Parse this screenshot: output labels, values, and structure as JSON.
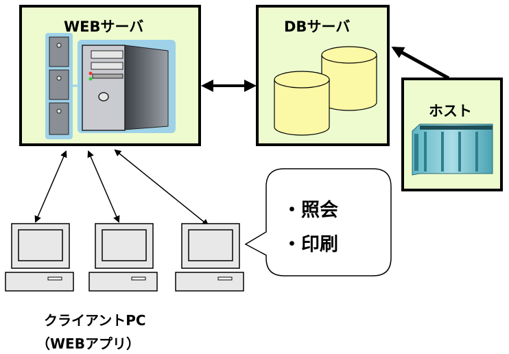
{
  "web_server": {
    "title": "WEBサーバ"
  },
  "db_server": {
    "title": "DBサーバ"
  },
  "host": {
    "title": "ホスト"
  },
  "bubble": {
    "items": [
      "・照会",
      "・印刷"
    ]
  },
  "client": {
    "label_line1": "クライアントPC",
    "label_line2": "（WEBアプリ）"
  },
  "colors": {
    "box_fill": "#edfbcf",
    "cylinder_fill": "#fbf8a6",
    "tower_face": "#c9cbd1",
    "tower_outline": "#5b7fa6",
    "monitor_fill": "#e8e8e8"
  }
}
